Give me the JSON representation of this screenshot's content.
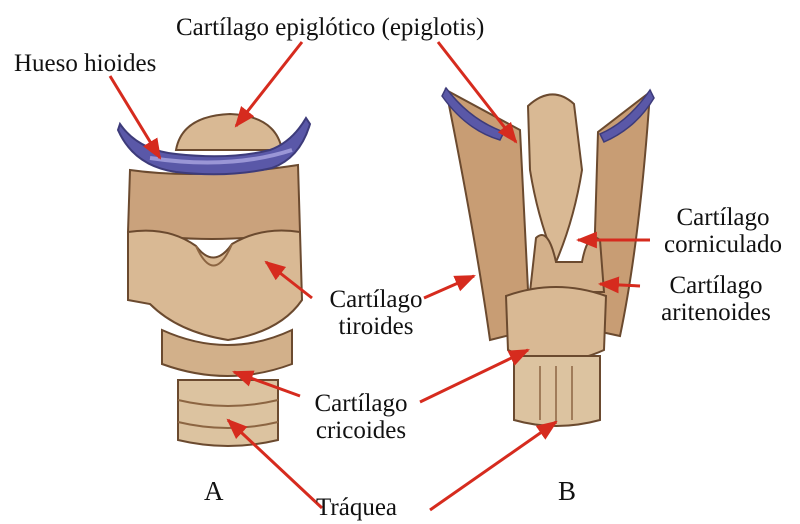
{
  "labels": {
    "epiglottis": "Cartílago epiglótico (epiglotis)",
    "hyoid": "Hueso hioides",
    "thyroid_1": "Cartílago",
    "thyroid_2": "tiroides",
    "cricoid_1": "Cartílago",
    "cricoid_2": "cricoides",
    "corniculate_1": "Cartílago",
    "corniculate_2": "corniculado",
    "arytenoid_1": "Cartílago",
    "arytenoid_2": "aritenoides",
    "trachea": "Tráquea",
    "view_a": "A",
    "view_b": "B"
  },
  "colors": {
    "arrow": "#d62b1e",
    "cartilage": "#d9b994",
    "cartilage_shadow": "#a87b56",
    "outline": "#6b4a2f",
    "hyoid": "#5a58a8",
    "hyoid_light": "#9a96d6"
  }
}
